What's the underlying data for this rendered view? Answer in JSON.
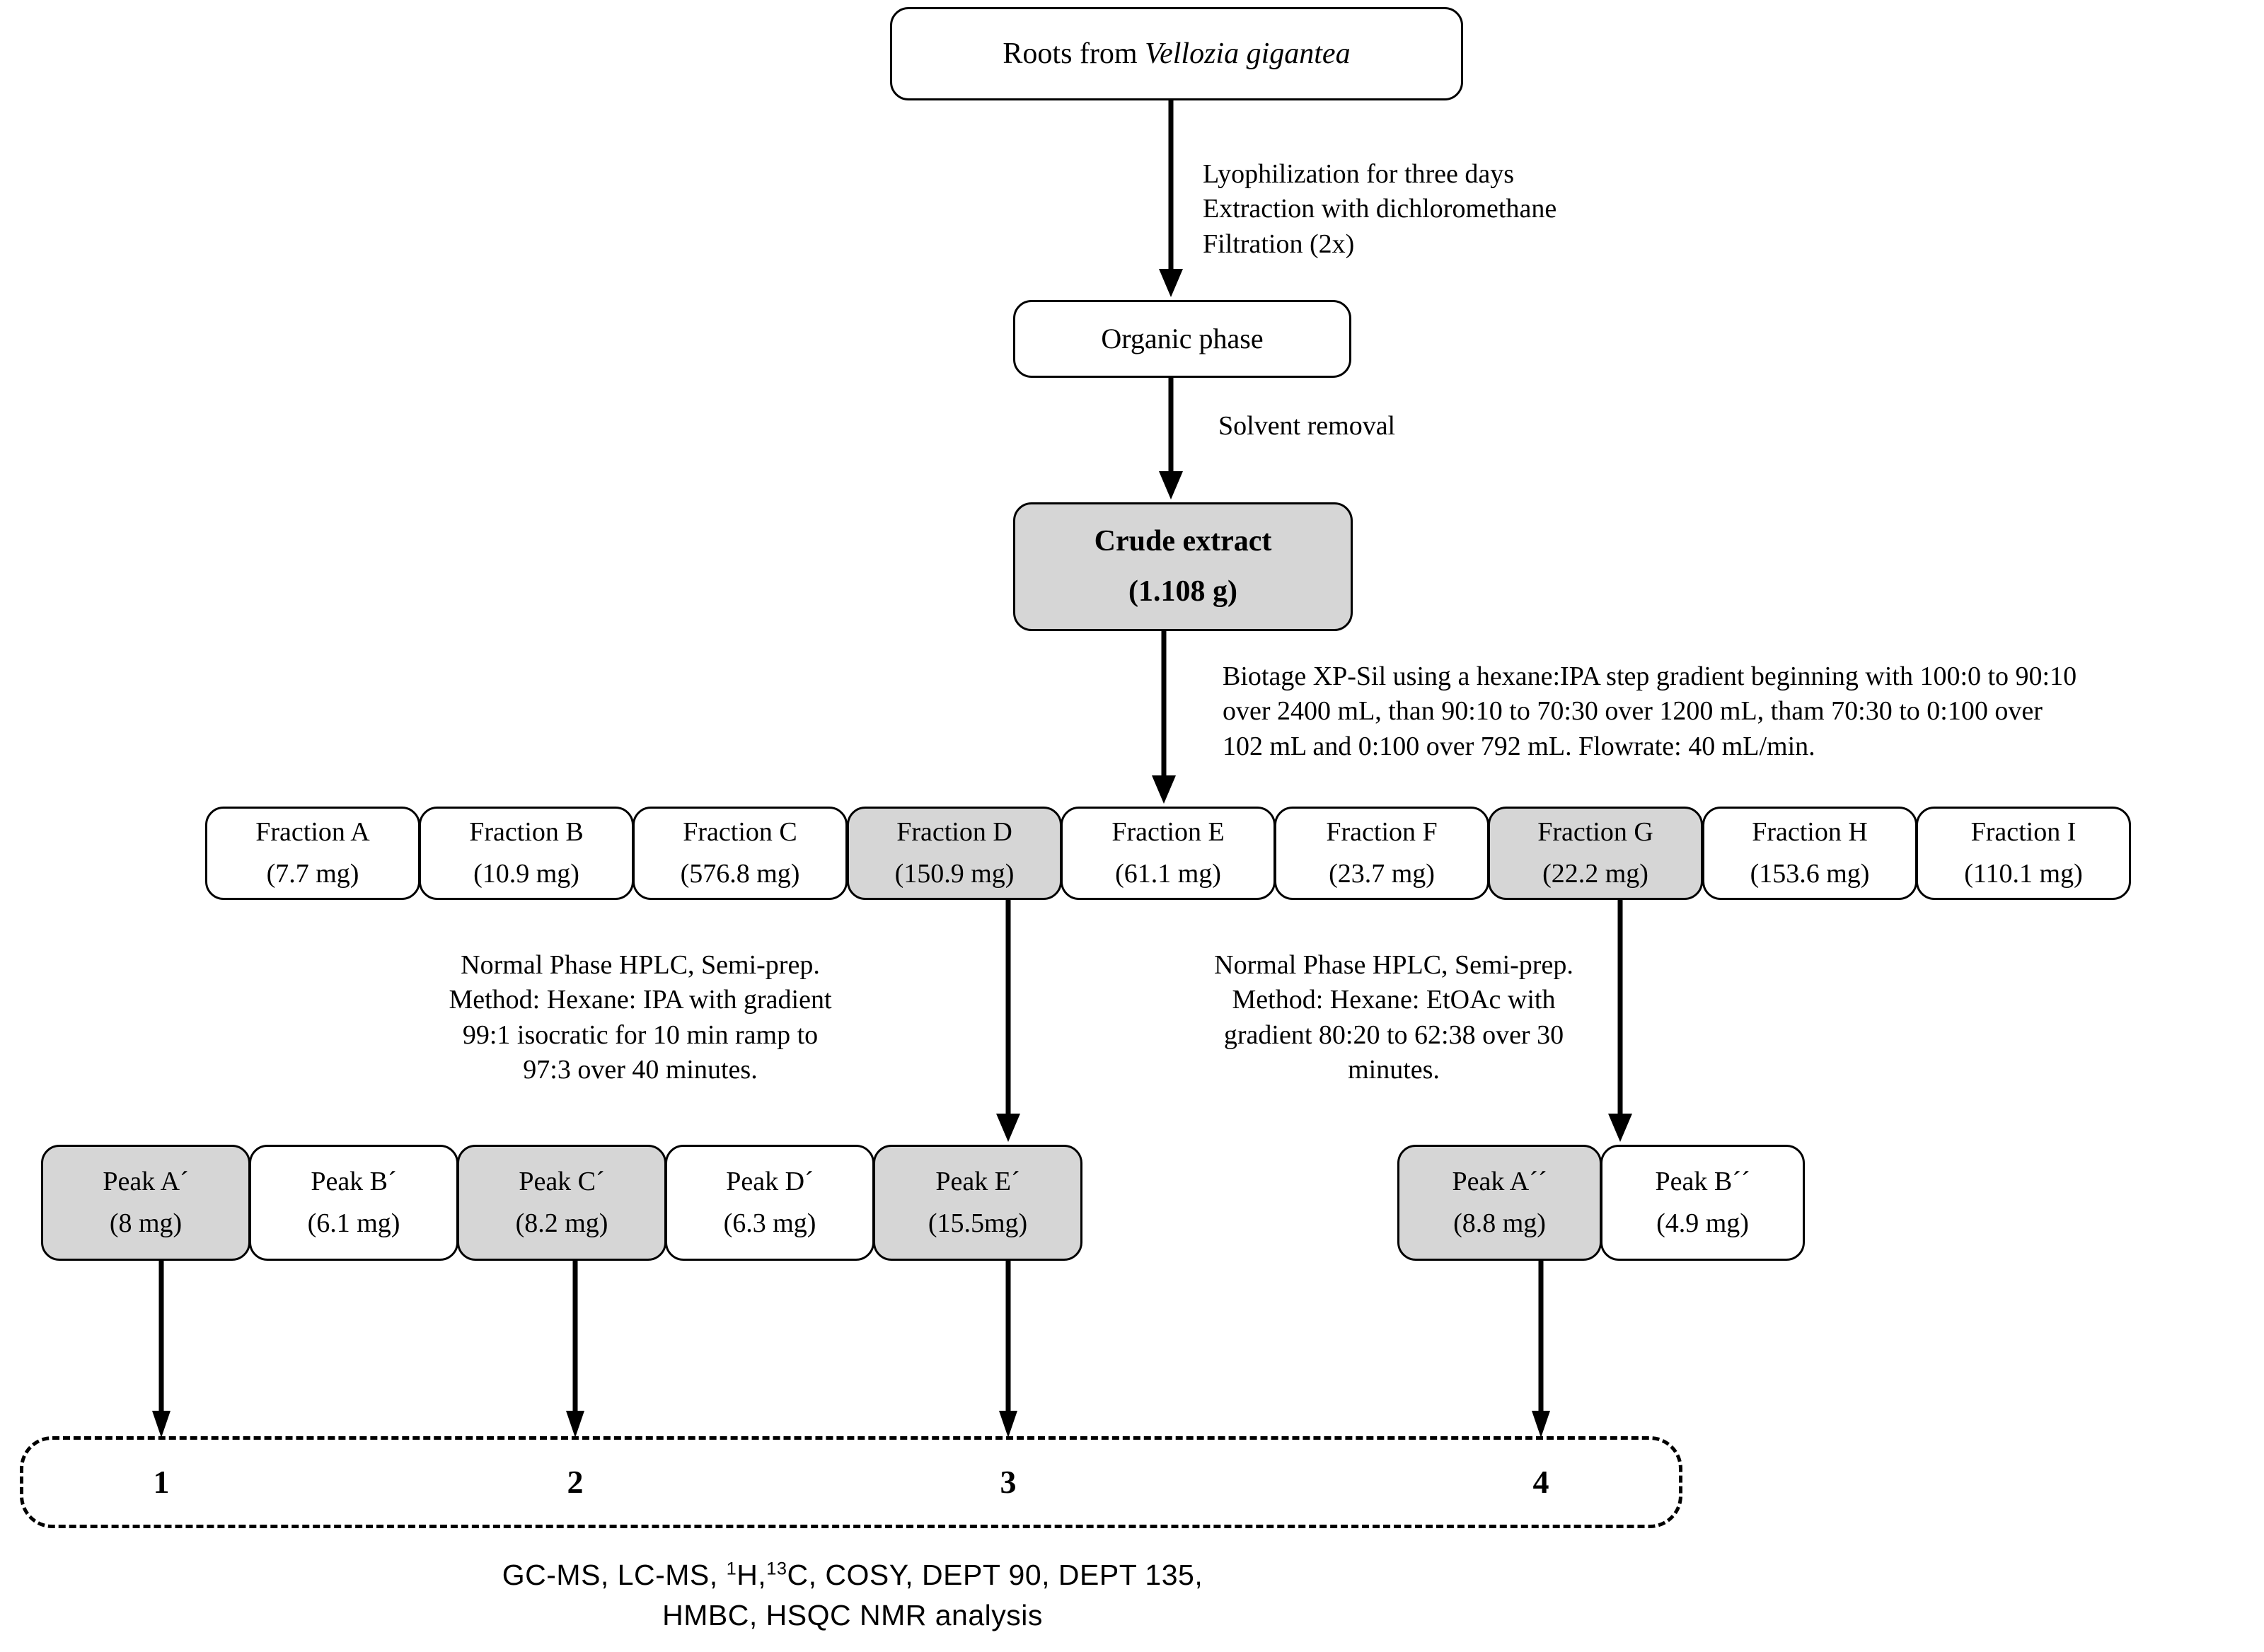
{
  "diagram": {
    "title_node": {
      "prefix": "Roots from ",
      "species": "Vellozia gigantea"
    },
    "steps": {
      "extraction": "Lyophilization for three days\nExtraction with dichloromethane\nFiltration (2x)",
      "solvent_removal": "Solvent removal",
      "biotage": "Biotage XP-Sil using a hexane:IPA step gradient beginning with  100:0 to 90:10\nover 2400 mL, than 90:10 to 70:30 over 1200 mL, tham 70:30 to 0:100 over\n102 mL and  0:100 over 792 mL. Flowrate: 40 mL/min.",
      "hplc_left": "Normal Phase HPLC, Semi-prep.\nMethod: Hexane:  IPA with gradient\n99:1 isocratic for 10 min ramp to\n97:3 over 40 minutes.",
      "hplc_right": "Normal Phase HPLC, Semi-prep.\nMethod: Hexane:  EtOAc with\ngradient 80:20 to 62:38 over 30\nminutes."
    },
    "organic_phase": {
      "label": "Organic  phase"
    },
    "crude_extract": {
      "label": "Crude extract",
      "amount": "(1.108 g)"
    },
    "fractions": [
      {
        "label": "Fraction A",
        "amount": "(7.7 mg)",
        "shaded": false
      },
      {
        "label": "Fraction B",
        "amount": "(10.9 mg)",
        "shaded": false
      },
      {
        "label": "Fraction C",
        "amount": "(576.8 mg)",
        "shaded": false
      },
      {
        "label": "Fraction D",
        "amount": "(150.9 mg)",
        "shaded": true
      },
      {
        "label": "Fraction E",
        "amount": "(61.1 mg)",
        "shaded": false
      },
      {
        "label": "Fraction F",
        "amount": "(23.7 mg)",
        "shaded": false
      },
      {
        "label": "Fraction G",
        "amount": "(22.2 mg)",
        "shaded": true
      },
      {
        "label": "Fraction H",
        "amount": "(153.6 mg)",
        "shaded": false
      },
      {
        "label": "Fraction I",
        "amount": "(110.1 mg)",
        "shaded": false
      }
    ],
    "peaks_left": [
      {
        "label": "Peak A´",
        "amount": "(8 mg)",
        "shaded": true
      },
      {
        "label": "Peak B´",
        "amount": "(6.1 mg)",
        "shaded": false
      },
      {
        "label": "Peak C´",
        "amount": "(8.2 mg)",
        "shaded": true
      },
      {
        "label": "Peak D´",
        "amount": "(6.3 mg)",
        "shaded": false
      },
      {
        "label": "Peak E´",
        "amount": "(15.5mg)",
        "shaded": true
      }
    ],
    "peaks_right": [
      {
        "label": "Peak A´´",
        "amount": "(8.8 mg)",
        "shaded": true
      },
      {
        "label": "Peak B´´",
        "amount": "(4.9 mg)",
        "shaded": false
      }
    ],
    "compounds": [
      "1",
      "2",
      "3",
      "4"
    ],
    "caption": {
      "line1_a": "GC-MS, LC-MS,  ",
      "line1_sup1": "1",
      "line1_b": "H,",
      "line1_sup2": "13",
      "line1_c": "C,  COSY,   DEPT 90, DEPT 135,",
      "line2": "HMBC, HSQC NMR analysis"
    },
    "colors": {
      "shade": "#d6d6d6",
      "stroke": "#000000",
      "background": "#ffffff"
    }
  }
}
